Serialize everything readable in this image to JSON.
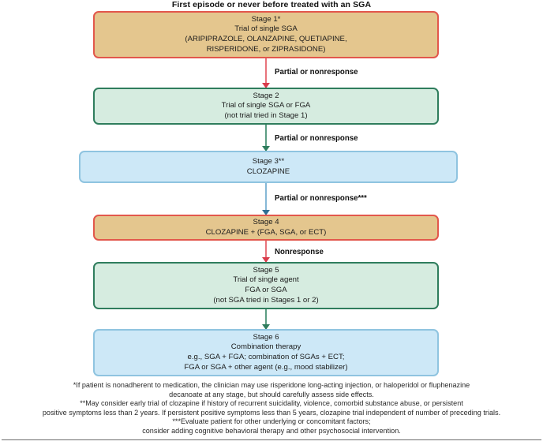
{
  "title": "First episode or never before treated with an SGA",
  "stages": [
    {
      "id": "stage-1",
      "scheme": "tan",
      "lines": [
        "Stage 1*",
        "Trial of single SGA",
        "(ARIPIPRAZOLE, OLANZAPINE, QUETIAPINE,",
        "RISPERIDONE, or ZIPRASIDONE)"
      ]
    },
    {
      "id": "stage-2",
      "scheme": "green",
      "lines": [
        "Stage 2",
        "Trial of single SGA or FGA",
        "(not trial tried in Stage 1)"
      ]
    },
    {
      "id": "stage-3",
      "scheme": "blue",
      "lines": [
        "Stage 3**",
        "CLOZAPINE"
      ]
    },
    {
      "id": "stage-4",
      "scheme": "tan",
      "lines": [
        "Stage 4",
        "CLOZAPINE + (FGA, SGA, or ECT)"
      ]
    },
    {
      "id": "stage-5",
      "scheme": "green",
      "lines": [
        "Stage 5",
        "Trial of single agent",
        "FGA or SGA",
        "(not SGA tried in Stages 1 or 2)"
      ]
    },
    {
      "id": "stage-6",
      "scheme": "blue",
      "lines": [
        "Stage 6",
        "Combination therapy",
        "e.g., SGA + FGA; combination of SGAs + ECT;",
        "FGA or SGA + other agent (e.g., mood stabilizer)"
      ]
    }
  ],
  "connectors": [
    {
      "id": "connector-1-2",
      "label": "Partial or nonresponse",
      "color": "red"
    },
    {
      "id": "connector-2-3",
      "label": "Partial or nonresponse",
      "color": "green"
    },
    {
      "id": "connector-3-4",
      "label": "Partial or nonresponse***",
      "color": "blue"
    },
    {
      "id": "connector-4-5",
      "label": "Nonresponse",
      "color": "red"
    },
    {
      "id": "connector-5-6",
      "label": "",
      "color": "green"
    }
  ],
  "footnotes": [
    "*If patient is nonadherent to medication, the clinician may use risperidone long-acting injection, or haloperidol or fluphenazine",
    "decanoate at any stage, but should carefully assess side effects.",
    "**May consider early trial of clozapine if history of recurrent suicidality, violence, comorbid substance abuse, or persistent",
    "positive symptoms less than 2 years. If persistent positive symptoms less than 5 years, clozapine trial independent of number of preceding trials.",
    "***Evaluate patient for other underlying or concomitant factors;",
    "consider adding cognitive behavioral therapy and other psychosocial intervention."
  ],
  "colors": {
    "tan_fill": "#e4c68e",
    "tan_border": "#e2574c",
    "green_fill": "#d6ece0",
    "green_border": "#2f7d5d",
    "blue_fill": "#cde8f7",
    "blue_border": "#8fc4e0",
    "arrow_red": "#d93b4b",
    "arrow_green": "#2f7d5d",
    "arrow_blue": "#2e6f93",
    "background": "#ffffff"
  }
}
